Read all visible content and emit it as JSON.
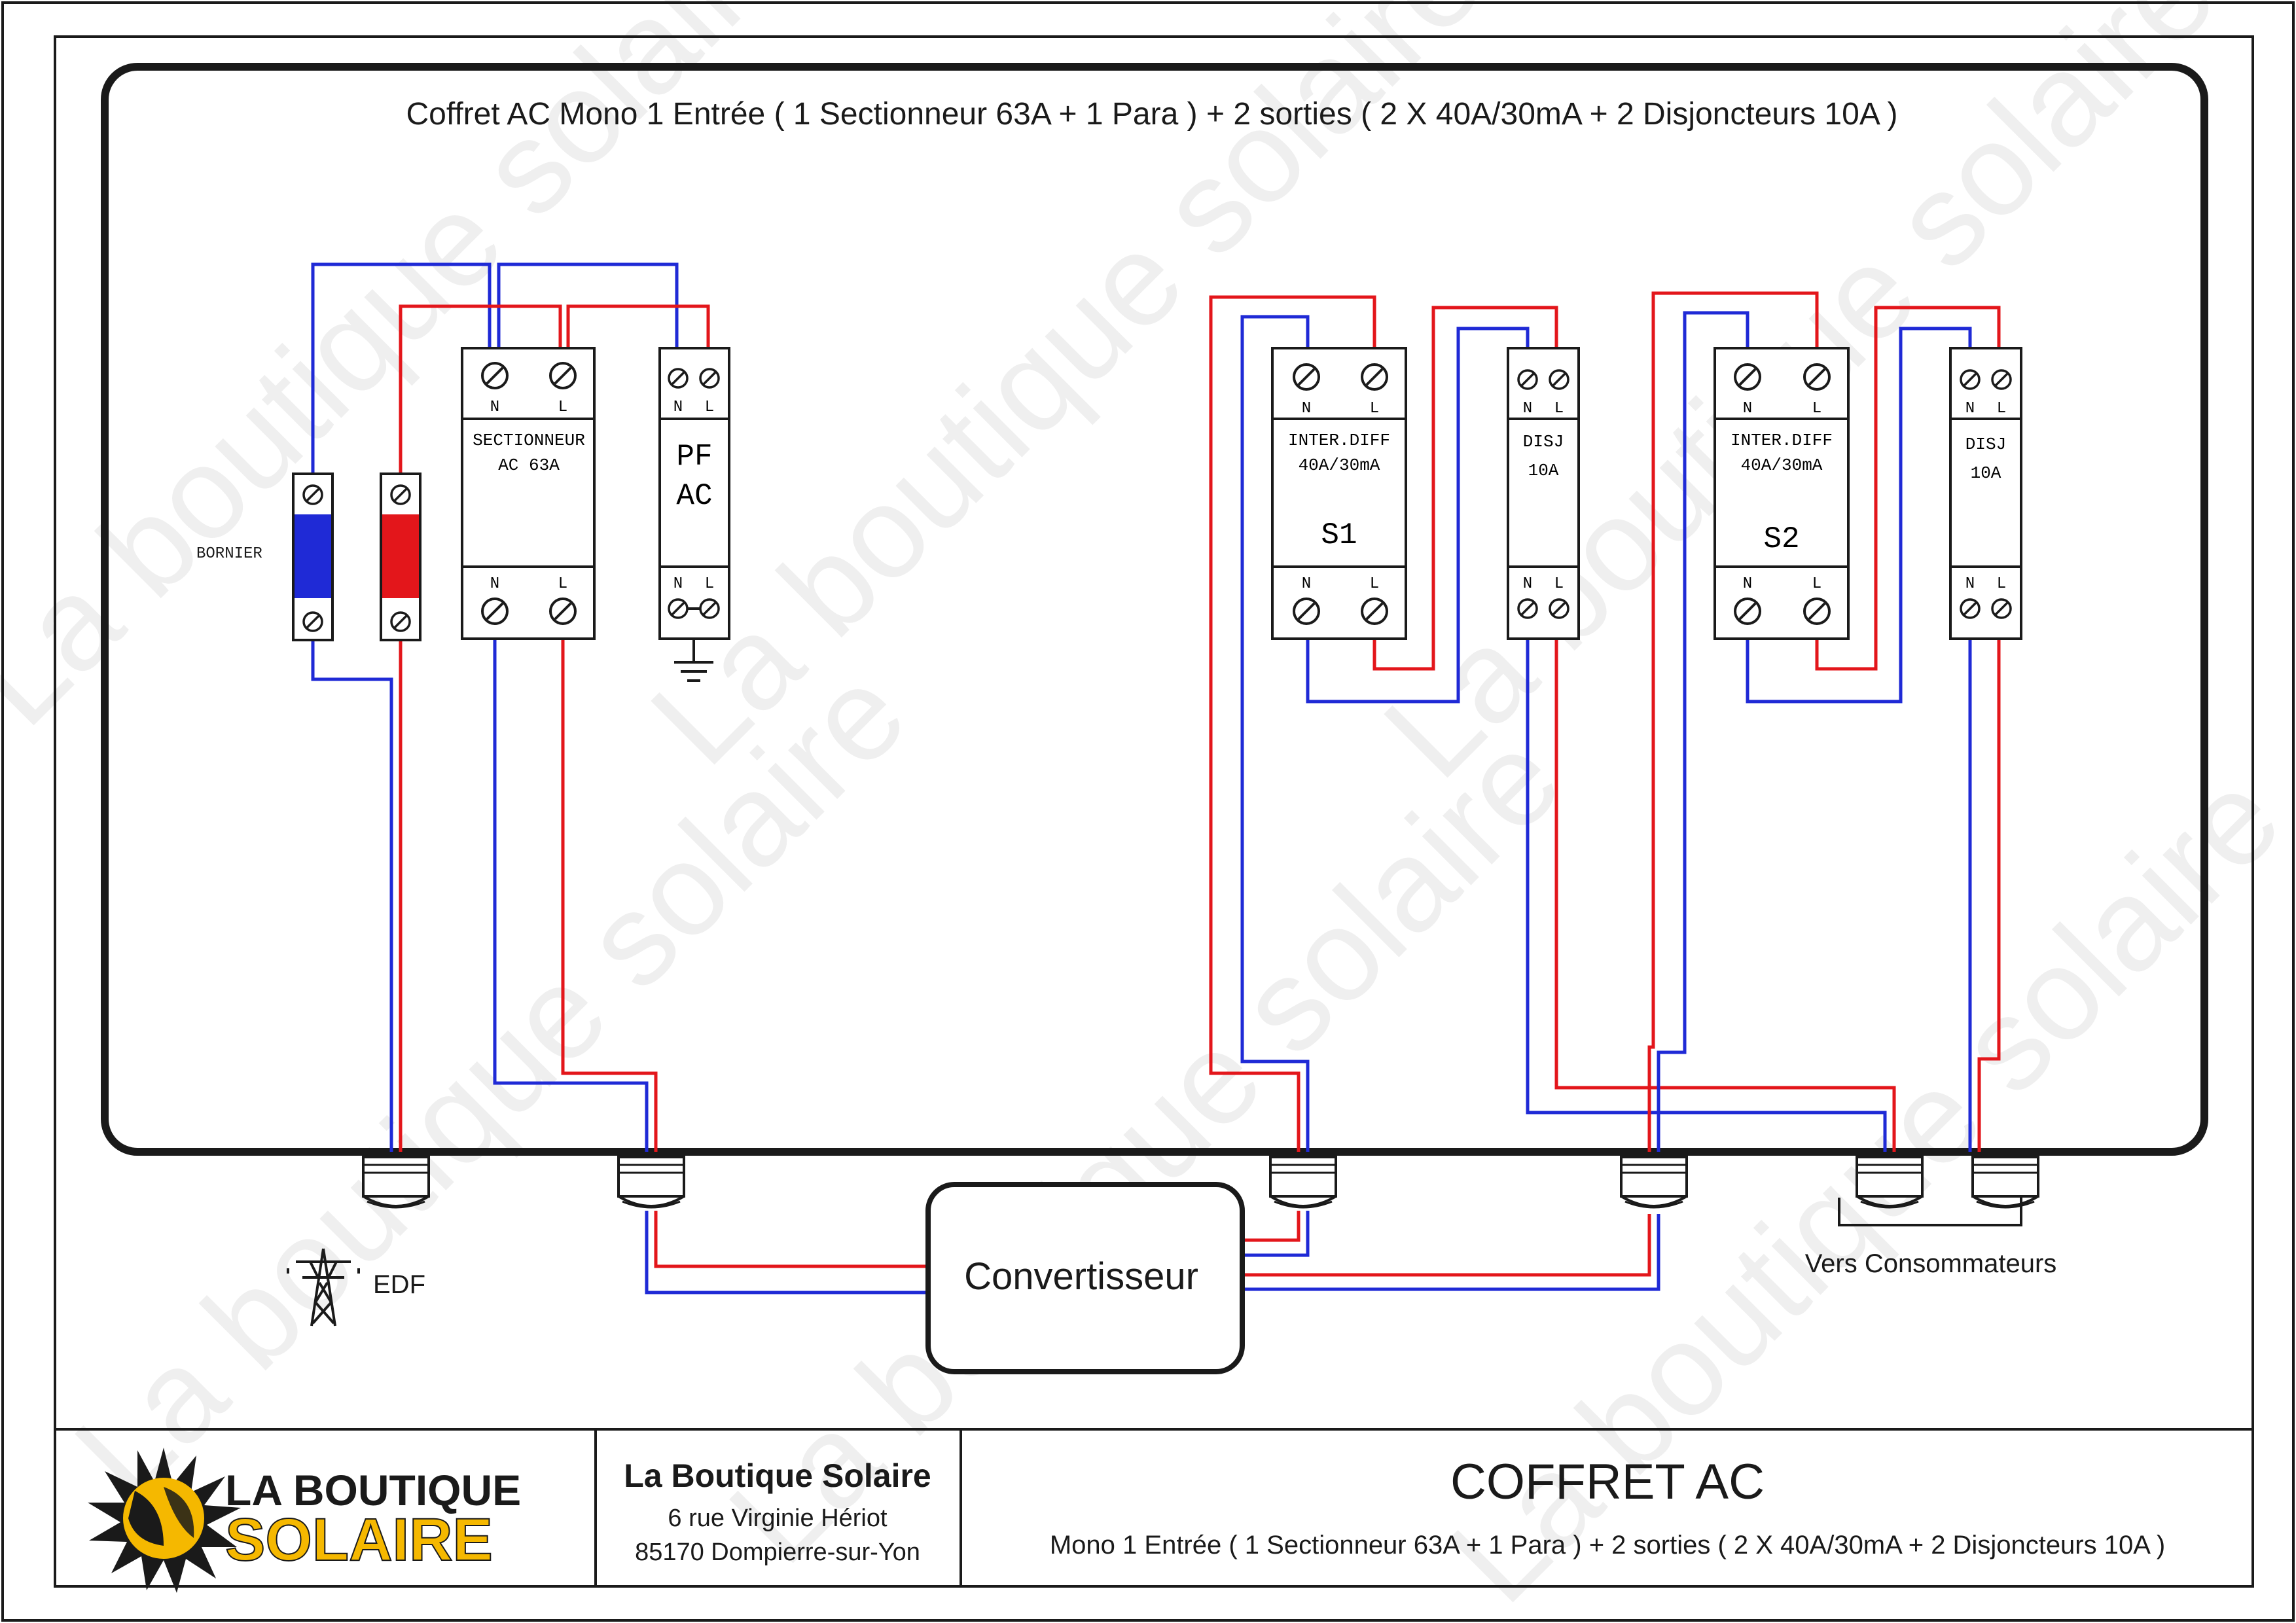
{
  "title": "Coffret AC Mono 1 Entrée ( 1 Sectionneur 63A + 1 Para ) + 2 sorties ( 2 X 40A/30mA  + 2  Disjoncteurs 10A )",
  "watermark": "La boutique solaire",
  "colors": {
    "neutral": "#1f2ad6",
    "live": "#e3161b",
    "frame": "#1a1a1a",
    "sun": "#f5b800"
  },
  "bornier": {
    "label": "BORNIER"
  },
  "sectionneur": {
    "line1": "SECTIONNEUR",
    "line2": "AC 63A",
    "term_n": "N",
    "term_l": "L"
  },
  "parafoudre": {
    "line1": "PF",
    "line2": "AC",
    "term_n": "N",
    "term_l": "L"
  },
  "inter1": {
    "line1": "INTER.DIFF",
    "line2": "40A/30mA",
    "name": "S1",
    "term_n": "N",
    "term_l": "L"
  },
  "disj1": {
    "line1": "DISJ",
    "line2": "10A",
    "term_n": "N",
    "term_l": "L"
  },
  "inter2": {
    "line1": "INTER.DIFF",
    "line2": "40A/30mA",
    "name": "S2",
    "term_n": "N",
    "term_l": "L"
  },
  "disj2": {
    "line1": "DISJ",
    "line2": "10A",
    "term_n": "N",
    "term_l": "L"
  },
  "edf_label": "EDF",
  "converter_label": "Convertisseur",
  "consumers_label": "Vers Consommateurs",
  "footer": {
    "logo_line1": "LA BOUTIQUE",
    "logo_line2": "SOLAIRE",
    "company": "La Boutique Solaire",
    "address1": "6 rue Virginie Hériot",
    "address2": "85170 Dompierre-sur-Yon",
    "heading": "COFFRET AC",
    "subtitle": "Mono 1 Entrée ( 1 Sectionneur 63A + 1 Para ) + 2 sorties ( 2 X 40A/30mA  + 2  Disjoncteurs 10A )"
  }
}
